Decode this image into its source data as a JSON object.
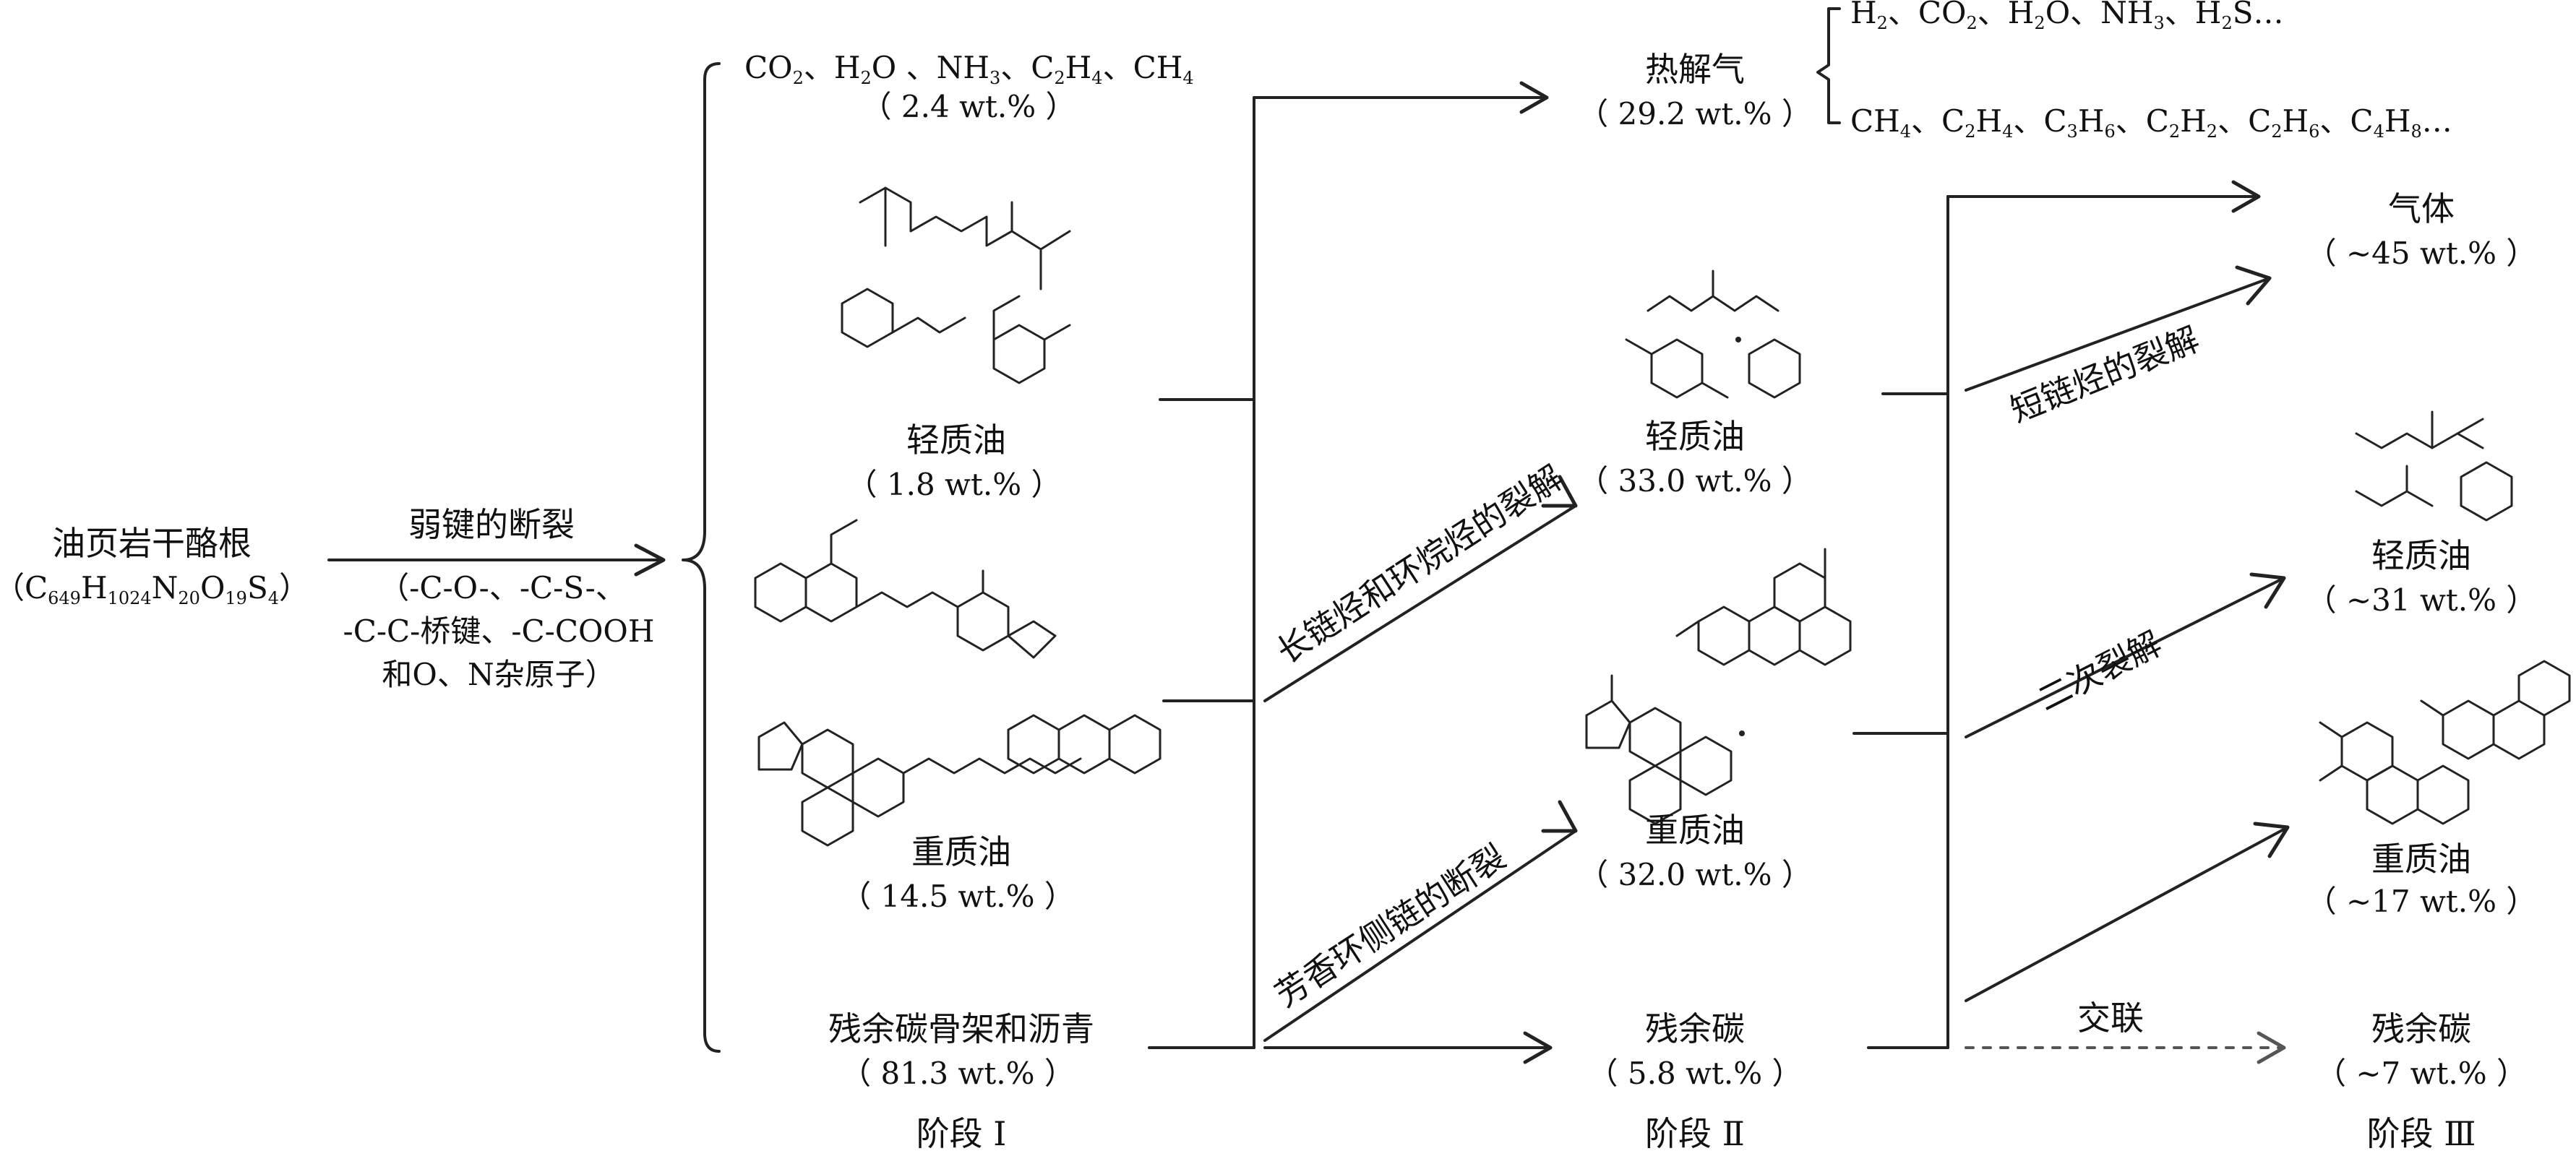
{
  "source": {
    "label": "油页岩干酪根",
    "formula": "（C649H1024N20O19S4）"
  },
  "step1": {
    "label": "弱键的断裂",
    "detail_lines": [
      "（-C-O-、-C-S-、",
      "-C-C-桥键、-C-COOH",
      "和O、N杂原子）"
    ]
  },
  "stage1": {
    "name": "阶段 Ⅰ",
    "gases_line": "CO2、H2O、NH3、C2H4、CH4",
    "gases_pct": "（ 2.4 wt.% ）",
    "light_oil": "轻质油",
    "light_oil_pct": "（ 1.8 wt.% ）",
    "heavy_oil": "重质油",
    "heavy_oil_pct": "（ 14.5 wt.% ）",
    "residue": "残余碳骨架和沥青",
    "residue_pct": "（ 81.3 wt.% ）"
  },
  "stage2": {
    "name": "阶段 Ⅱ",
    "pyrolysis_gas": "热解气",
    "pyrolysis_gas_pct": "（ 29.2 wt.% ）",
    "gas_list_1": "H2、CO2、H2O、NH3、H2S…",
    "gas_list_2": "CH4、C2H4、C3H6、C2H2、C2H6、C4H8…",
    "arrow_label_1": "长链烃和环烷烃的裂解",
    "arrow_label_2": "芳香环侧链的断裂",
    "light_oil": "轻质油",
    "light_oil_pct": "（ 33.0 wt.% ）",
    "heavy_oil": "重质油",
    "heavy_oil_pct": "（ 32.0 wt.% ）",
    "residue": "残余碳",
    "residue_pct": "（ 5.8 wt.% ）"
  },
  "stage3": {
    "name": "阶段 Ⅲ",
    "arrow_label_1": "短链烃的裂解",
    "arrow_label_2": "二次裂解",
    "arrow_label_3": "交联",
    "gas": "气体",
    "gas_pct": "（ ~45 wt.% ）",
    "light_oil": "轻质油",
    "light_oil_pct": "（ ~31 wt.% ）",
    "heavy_oil": "重质油",
    "heavy_oil_pct": "（ ~17 wt.% ）",
    "residue": "残余碳",
    "residue_pct": "（ ~7 wt.% ）"
  }
}
